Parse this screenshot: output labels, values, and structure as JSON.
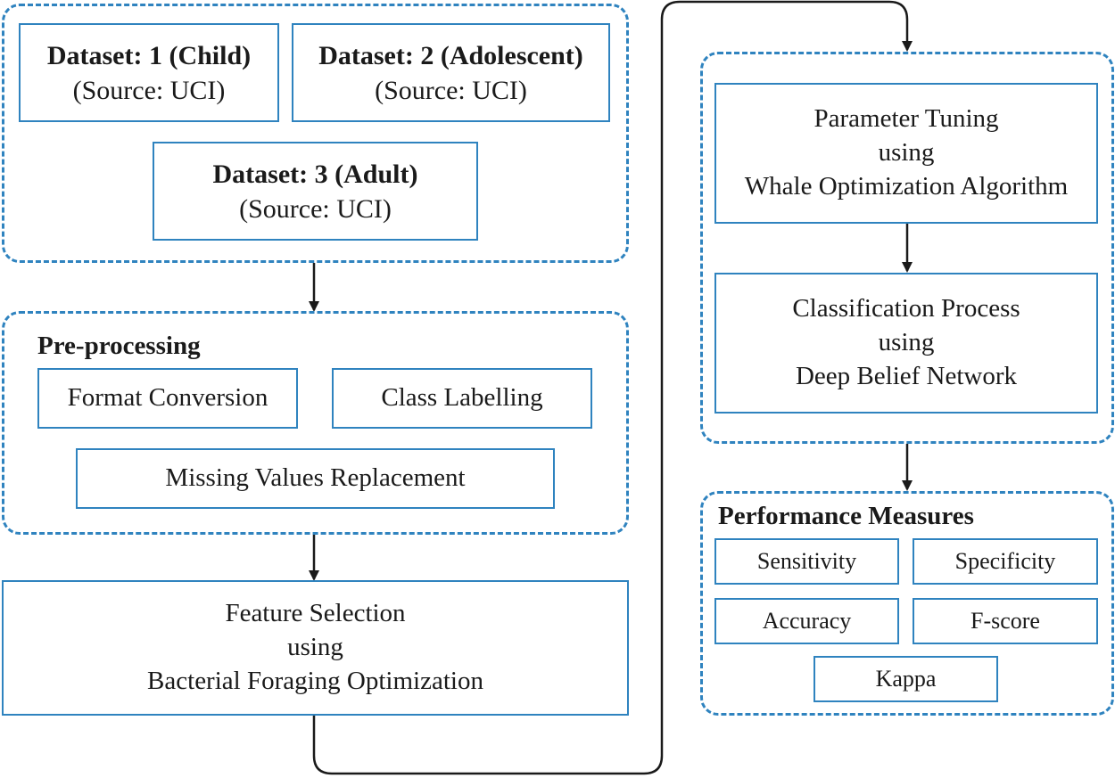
{
  "datasets": {
    "d1": {
      "title": "Dataset: 1 (Child)",
      "source": "(Source: UCI)"
    },
    "d2": {
      "title": "Dataset: 2 (Adolescent)",
      "source": "(Source: UCI)"
    },
    "d3": {
      "title": "Dataset: 3 (Adult)",
      "source": "(Source: UCI)"
    }
  },
  "preprocessing": {
    "title": "Pre-processing",
    "format_conversion": "Format Conversion",
    "class_labelling": "Class Labelling",
    "missing_values": "Missing Values Replacement"
  },
  "feature_selection": {
    "line1": "Feature Selection",
    "line2": "using",
    "line3": "Bacterial Foraging Optimization"
  },
  "parameter_tuning": {
    "line1": "Parameter Tuning",
    "line2": "using",
    "line3": "Whale Optimization Algorithm"
  },
  "classification": {
    "line1": "Classification Process",
    "line2": "using",
    "line3": "Deep Belief Network"
  },
  "performance": {
    "title": "Performance Measures",
    "sensitivity": "Sensitivity",
    "specificity": "Specificity",
    "accuracy": "Accuracy",
    "fscore": "F-score",
    "kappa": "Kappa"
  },
  "colors": {
    "accent": "#2f83bf",
    "text": "#1a1a1a",
    "connector": "#1a1a1a"
  }
}
